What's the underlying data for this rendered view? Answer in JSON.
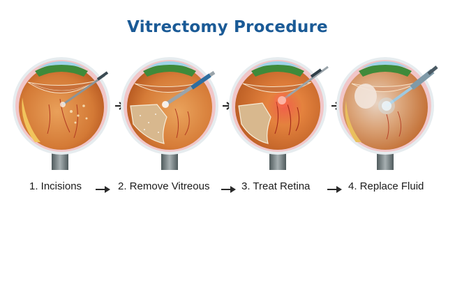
{
  "title": "Vitrectomy Procedure",
  "colors": {
    "title": "#1a5a96",
    "text": "#1b1b1b",
    "arrow": "#2a2a2a",
    "eye_interior": "#d9833f",
    "sclera": "#f2c9c9",
    "nerve": "#6b7577"
  },
  "steps": [
    {
      "label": "1. Incisions",
      "illustration": "eye-with-incision-instrument"
    },
    {
      "label": "2. Remove Vitreous",
      "illustration": "eye-with-vitrectomy-probe"
    },
    {
      "label": "3. Treat Retina",
      "illustration": "eye-with-laser-probe"
    },
    {
      "label": "4. Replace Fluid",
      "illustration": "eye-with-fluid-injection-syringe"
    }
  ],
  "arrows": [
    "arrow-right-icon",
    "arrow-right-icon",
    "arrow-right-icon"
  ]
}
